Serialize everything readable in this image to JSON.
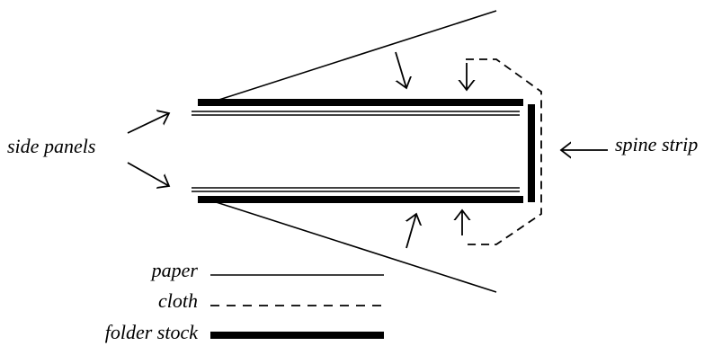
{
  "labels": {
    "side_panels": "side panels",
    "spine_strip": "spine strip"
  },
  "legend": {
    "items": [
      {
        "label": "paper",
        "style": "thin-solid"
      },
      {
        "label": "cloth",
        "style": "dashed"
      },
      {
        "label": "folder stock",
        "style": "thick-solid"
      }
    ]
  },
  "colors": {
    "ink": "#000000",
    "background": "#ffffff"
  }
}
